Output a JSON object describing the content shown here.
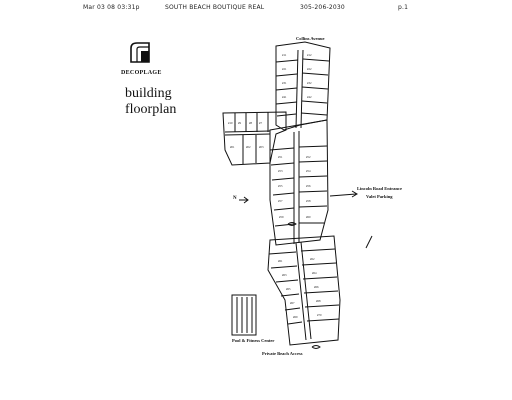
{
  "fax_header": {
    "date": "Mar 03 08 03:31p",
    "sender": "SOUTH BEACH BOUTIQUE REAL",
    "phone": "305-206-2030",
    "page": "p.1"
  },
  "logo": {
    "text": "DECOPLAGE"
  },
  "title": {
    "line1": "building",
    "line2": "floorplan"
  },
  "labels": {
    "collins": "Collins Avenue",
    "lincoln": "Lincoln Road Entrance",
    "valet": "Valet Parking",
    "north": "N",
    "pool": "Pool & Fitness Center",
    "beach": "Private Beach Access"
  }
}
